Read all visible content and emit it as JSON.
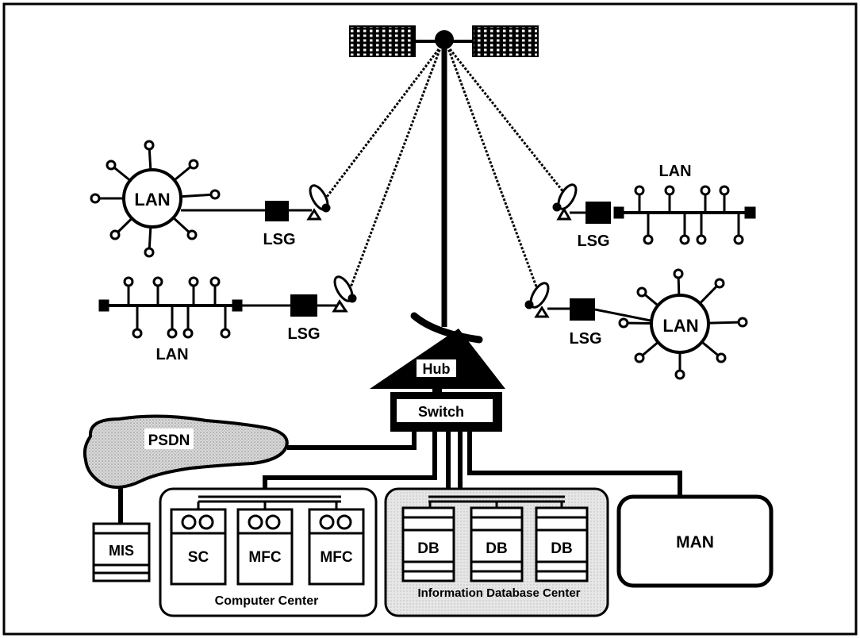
{
  "labels": {
    "lan_star_left": "LAN",
    "lsg_upper_left": "LSG",
    "lan_bus_left": "LAN",
    "lsg_lower_left": "LSG",
    "lan_bus_right": "LAN",
    "lsg_upper_right": "LSG",
    "lan_star_right": "LAN",
    "lsg_lower_right": "LSG",
    "hub": "Hub",
    "switch": "Switch",
    "psdn": "PSDN",
    "mis": "MIS",
    "sc": "SC",
    "mfc_1": "MFC",
    "mfc_2": "MFC",
    "db_1": "DB",
    "db_2": "DB",
    "db_3": "DB",
    "man": "MAN",
    "computer_center": "Computer Center",
    "info_db_center": "Information Database Center"
  },
  "colors": {
    "ink": "#000000",
    "paper": "#ffffff",
    "stipple": "#c8c8c8"
  }
}
